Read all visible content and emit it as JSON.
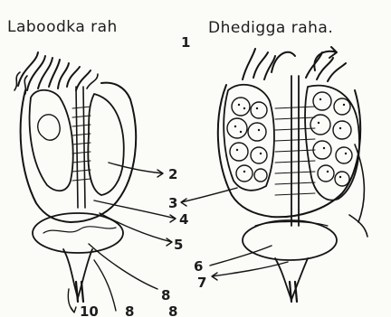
{
  "titles": {
    "left": "Laboodka rah",
    "right": "Dhedigga raha."
  },
  "labels": {
    "l1": "1",
    "l2": "2",
    "l3": "3",
    "l4": "4",
    "l5": "5",
    "l6": "6",
    "l7": "7",
    "l8a": "8",
    "l8b": "8",
    "l8c": "8",
    "l10": "10"
  }
}
